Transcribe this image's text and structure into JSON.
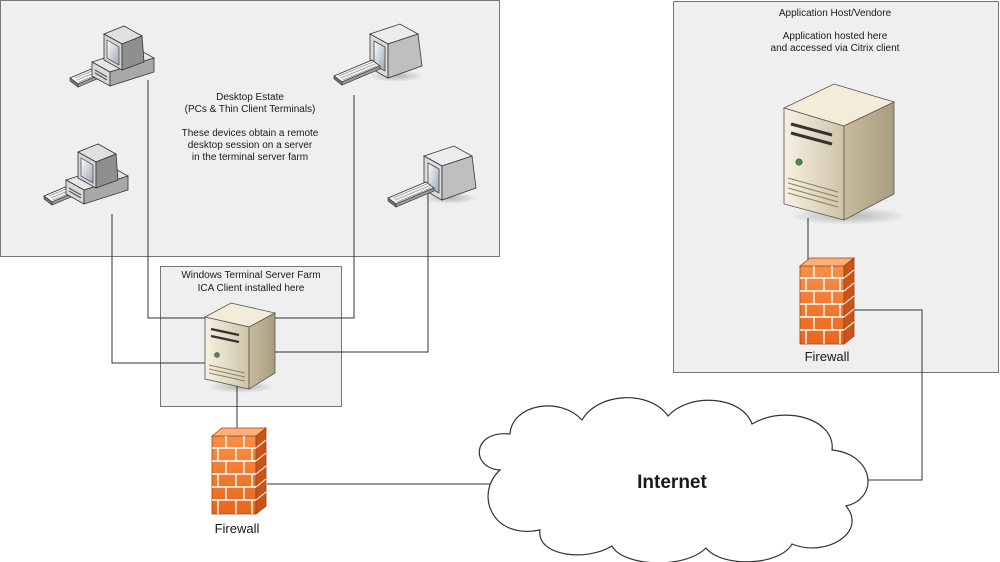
{
  "desktop_estate": {
    "title": "Desktop Estate",
    "subtitle": "(PCs & Thin Client Terminals)",
    "description": "These devices obtain a remote\ndesktop session on a server\nin the terminal server farm"
  },
  "terminal_server_farm": {
    "title": "Windows Terminal Server Farm",
    "subtitle": "ICA Client installed here"
  },
  "app_host": {
    "title": "Application Host/Vendore",
    "description": "Application hosted here\nand accessed via Citrix client"
  },
  "firewall_left": {
    "label": "Firewall"
  },
  "firewall_right": {
    "label": "Firewall"
  },
  "internet": {
    "label": "Internet"
  },
  "colors": {
    "box_fill": "#efefef",
    "box_stroke": "#777777",
    "line": "#333333",
    "server_beige": "#e8dfc8",
    "firewall_orange": "#f47a2a"
  },
  "icons": [
    "desktop-pc-icon",
    "crt-monitor-icon",
    "keyboard-icon",
    "tower-server-icon",
    "firewall-icon",
    "cloud-icon"
  ]
}
